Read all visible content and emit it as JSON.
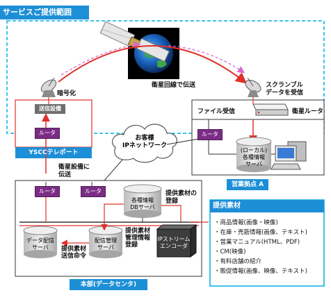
{
  "title": "サービスご提供範囲",
  "satellite_link_label": "衛星回線で伝送",
  "encrypt_label": "暗号化",
  "scramble_label": "スクランブル\nデータを受信",
  "teleport": {
    "equipment": "送信設備",
    "router": "ルータ",
    "name": "YSCCテレポート"
  },
  "sales": {
    "file_receive": "ファイル受信",
    "sat_router": "衛星ルータ",
    "router": "ルータ",
    "server": "(ローカル)\n各種情報\nサーバ",
    "name": "営業拠点 A"
  },
  "cloud": {
    "label": "お客様\nIPネットワーク"
  },
  "hq": {
    "sat_equipment_note": "衛星設備に\n伝送",
    "router_left": "ルータ",
    "router_mid": "ルータ",
    "db_server": "各種情報\nDBサーバ",
    "provided_material_reg": "提供素材の\n登録",
    "data_delivery_server": "データ配信\nサーバ",
    "delivery_mgmt_server": "配信管理\nサーバ",
    "material_mgmt_reg": "提供素材\n管理情報\n登録",
    "send_command": "提供素材\n送信命令",
    "ip_encoder": "IPストリーム\nエンコーダ",
    "name": "本部(データセンタ)"
  },
  "materials": {
    "header": "提供素材",
    "items": [
      "・商品情報(画像・映像)",
      "・在庫・売筋情報(画像、テキスト)",
      "・営業マニュアル(HTML、PDF)",
      "・CM(映像)",
      "・有料店舗の紹介",
      "・販促情報(画像、映像、テキスト)"
    ]
  },
  "colors": {
    "accent_blue": "#1d8fd6",
    "frame_cyan": "#00aee8",
    "router_purple": "#7b2d86",
    "arrow_red": "#e0302a",
    "arrow_pink": "#d96ac8"
  }
}
